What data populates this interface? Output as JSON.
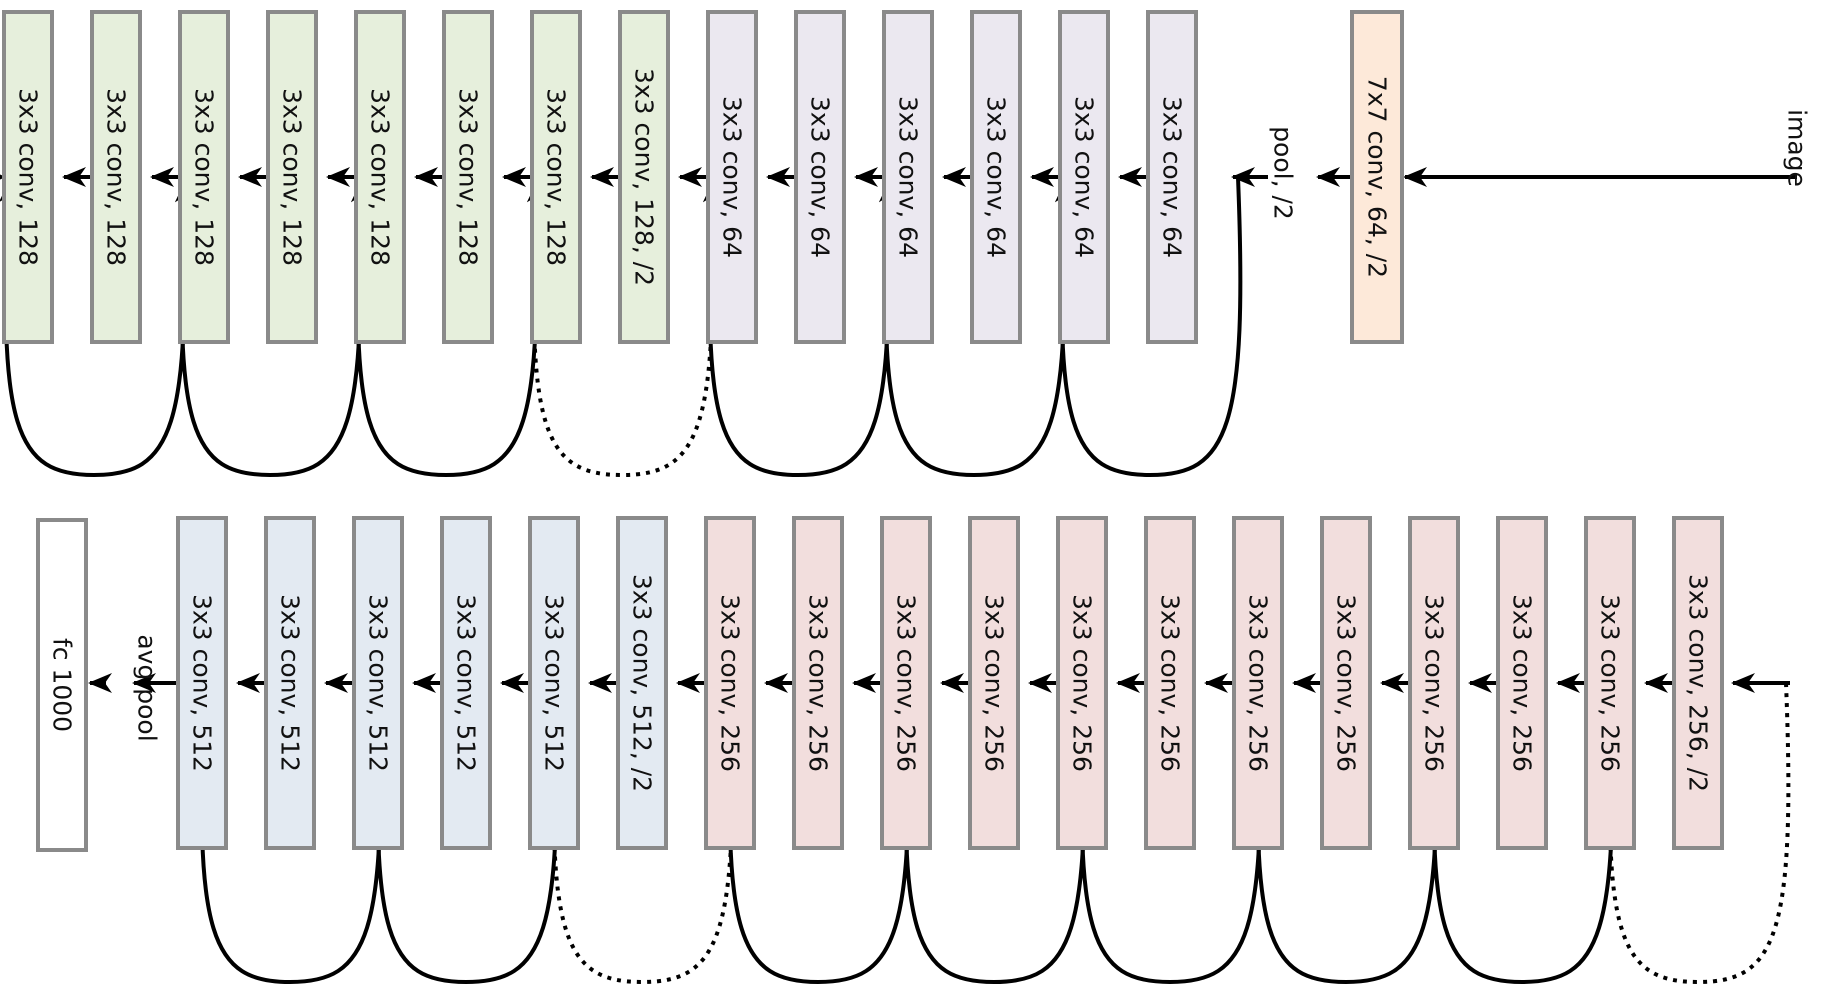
{
  "colors": {
    "box_stroke": "#8a8a8a",
    "arrow": "#000000",
    "stem": "#fde9d9",
    "stage64": "#ebe8f0",
    "stage128": "#e6efdc",
    "stage256": "#f2dedd",
    "stage512": "#e3eaf2",
    "fc": "#ffffff"
  },
  "input_label": "image",
  "row1": {
    "stem": "7x7 conv, 64, /2",
    "pool": "pool, /2",
    "layers": [
      {
        "label": "3x3 conv, 64",
        "group": "stage64"
      },
      {
        "label": "3x3 conv, 64",
        "group": "stage64"
      },
      {
        "label": "3x3 conv, 64",
        "group": "stage64"
      },
      {
        "label": "3x3 conv, 64",
        "group": "stage64"
      },
      {
        "label": "3x3 conv, 64",
        "group": "stage64"
      },
      {
        "label": "3x3 conv, 64",
        "group": "stage64"
      },
      {
        "label": "3x3 conv, 128, /2",
        "group": "stage128"
      },
      {
        "label": "3x3 conv, 128",
        "group": "stage128"
      },
      {
        "label": "3x3 conv, 128",
        "group": "stage128"
      },
      {
        "label": "3x3 conv, 128",
        "group": "stage128"
      },
      {
        "label": "3x3 conv, 128",
        "group": "stage128"
      },
      {
        "label": "3x3 conv, 128",
        "group": "stage128"
      },
      {
        "label": "3x3 conv, 128",
        "group": "stage128"
      },
      {
        "label": "3x3 conv, 128",
        "group": "stage128"
      }
    ],
    "shortcuts": [
      "identity",
      "identity",
      "identity",
      "projection",
      "identity",
      "identity",
      "identity"
    ]
  },
  "row2": {
    "layers": [
      {
        "label": "3x3 conv, 256, /2",
        "group": "stage256"
      },
      {
        "label": "3x3 conv, 256",
        "group": "stage256"
      },
      {
        "label": "3x3 conv, 256",
        "group": "stage256"
      },
      {
        "label": "3x3 conv, 256",
        "group": "stage256"
      },
      {
        "label": "3x3 conv, 256",
        "group": "stage256"
      },
      {
        "label": "3x3 conv, 256",
        "group": "stage256"
      },
      {
        "label": "3x3 conv, 256",
        "group": "stage256"
      },
      {
        "label": "3x3 conv, 256",
        "group": "stage256"
      },
      {
        "label": "3x3 conv, 256",
        "group": "stage256"
      },
      {
        "label": "3x3 conv, 256",
        "group": "stage256"
      },
      {
        "label": "3x3 conv, 256",
        "group": "stage256"
      },
      {
        "label": "3x3 conv, 256",
        "group": "stage256"
      },
      {
        "label": "3x3 conv, 512, /2",
        "group": "stage512"
      },
      {
        "label": "3x3 conv, 512",
        "group": "stage512"
      },
      {
        "label": "3x3 conv, 512",
        "group": "stage512"
      },
      {
        "label": "3x3 conv, 512",
        "group": "stage512"
      },
      {
        "label": "3x3 conv, 512",
        "group": "stage512"
      },
      {
        "label": "3x3 conv, 512",
        "group": "stage512"
      }
    ],
    "shortcuts": [
      "projection",
      "identity",
      "identity",
      "identity",
      "identity",
      "identity",
      "projection",
      "identity",
      "identity"
    ],
    "avgpool": "avg pool",
    "fc": "fc 1000"
  }
}
